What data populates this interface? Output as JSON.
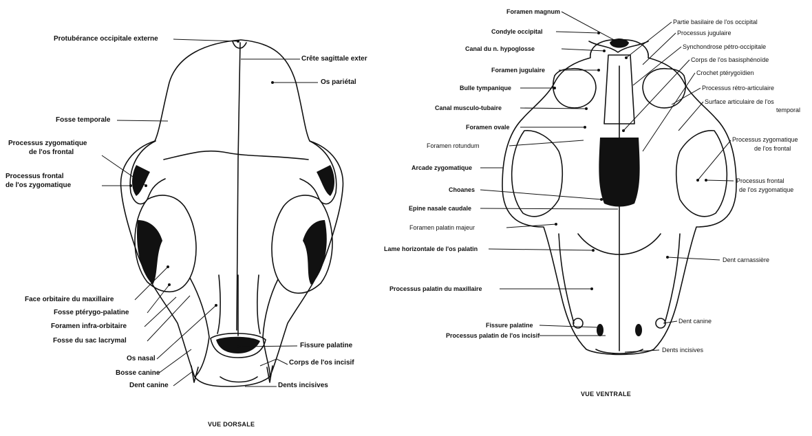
{
  "dorsal": {
    "caption": "VUE DORSALE",
    "labels": {
      "protuberance": "Protubérance occipitale externe",
      "crete": "Crête sagittale exter",
      "parietal": "Os pariétal",
      "fosse_temporale": "Fosse temporale",
      "proc_zyg_1": "Processus zygomatique",
      "proc_zyg_2": "de l'os frontal",
      "proc_front_1": "Processus frontal",
      "proc_front_2": "de l'os zygomatique",
      "face_orbitaire": "Face orbitaire du maxillaire",
      "fosse_ptery": "Fosse ptérygo-palatine",
      "foramen_infra": "Foramen infra-orbitaire",
      "fosse_sac": "Fosse du sac lacrymal",
      "os_nasal": "Os nasal",
      "bosse_canine": "Bosse canine",
      "dent_canine": "Dent canine",
      "fissure_palatine": "Fissure palatine",
      "corps_incisif": "Corps de l'os incisif",
      "dents_incisives": "Dents incisives"
    }
  },
  "ventral": {
    "caption": "VUE VENTRALE",
    "labels": {
      "foramen_magnum": "Foramen magnum",
      "condyle": "Condyle occipital",
      "canal_hypo": "Canal du n. hypoglosse",
      "foramen_jug": "Foramen jugulaire",
      "bulle": "Bulle tympanique",
      "canal_musculo": "Canal musculo-tubaire",
      "foramen_ovale": "Foramen ovale",
      "foramen_rotundum": "Foramen rotundum",
      "arcade": "Arcade zygomatique",
      "choanes": "Choanes",
      "epine": "Epine nasale caudale",
      "foramen_palatin": "Foramen palatin majeur",
      "lame": "Lame horizontale de l'os palatin",
      "proc_palatin_max": "Processus palatin du maxillaire",
      "fissure_palatine": "Fissure palatine",
      "proc_palatin_inc": "Processus palatin de l'os incisif",
      "partie_basilaire": "Partie basilaire de l'os occipital",
      "proc_jugulaire": "Processus jugulaire",
      "synchondrose": "Synchondrose pétro-occipitale",
      "corps_basi": "Corps de l'os basisphénoïde",
      "crochet": "Crochet ptérygoïdien",
      "proc_retro": "Processus rétro-articulaire",
      "surface_1": "Surface articulaire de l'os",
      "surface_2": "temporal",
      "proc_zyg_1": "Processus zygomatique",
      "proc_zyg_2": "de l'os frontal",
      "proc_front_1": "Processus frontal",
      "proc_front_2": "de l'os zygomatique",
      "dent_carn": "Dent carnassière",
      "dent_canine": "Dent canine",
      "dents_incisives": "Dents incisives"
    }
  }
}
